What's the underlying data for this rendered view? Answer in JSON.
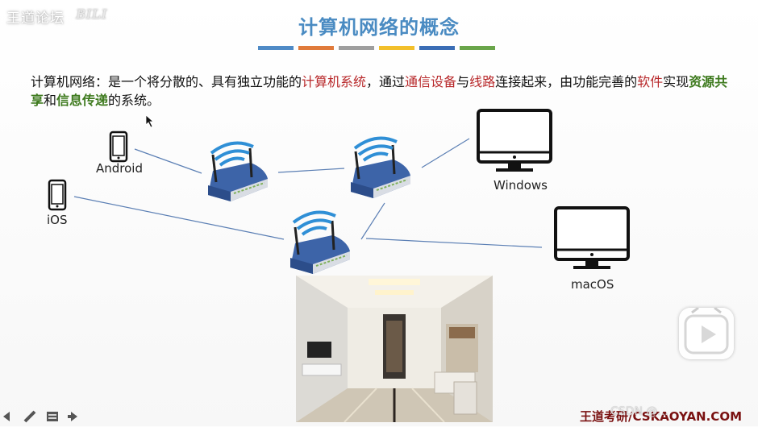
{
  "header": {
    "logo_text": "王道论坛",
    "logo_script": "bilibili",
    "title": "计算机网络的概念"
  },
  "color_bar": [
    "#4f8ac6",
    "#e07a3a",
    "#9e9e9e",
    "#f2bf2a",
    "#3a6db5",
    "#6aa54a"
  ],
  "definition": {
    "p1": "计算机网络：是一个将分散的、具有独立功能的",
    "k1": "计算机系统",
    "p2": "，通过",
    "k2": "通信设备",
    "p3": "与",
    "k3": "线路",
    "p4": "连接起来，由功能完善的",
    "k4": "软件",
    "p5": "实现",
    "k5": "资源共享",
    "p6": "和",
    "k6": "信息传递",
    "p7": "的系统。"
  },
  "devices": {
    "android": "Android",
    "ios": "iOS",
    "windows": "Windows",
    "macos": "macOS"
  },
  "footer": {
    "watermark_main": "王道考研/CSKAOYAN.COM",
    "watermark_overlay": "CSDN @..."
  },
  "colors": {
    "title": "#4a8bc2",
    "highlight_red": "#b8282a",
    "highlight_green": "#3e7a1e",
    "router_body": "#3d64a8",
    "wifi_wave": "#2f8fd6",
    "link_line": "#5b7fb4"
  }
}
